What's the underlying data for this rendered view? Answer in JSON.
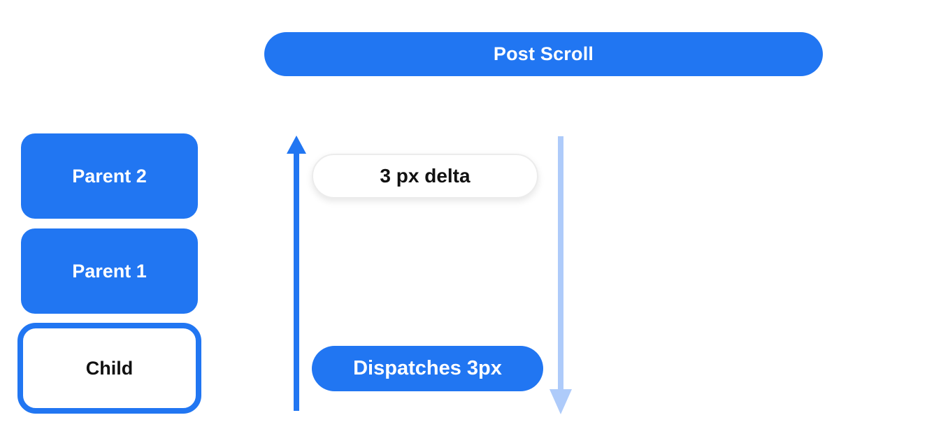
{
  "diagram": {
    "banner": {
      "label": "Post Scroll"
    },
    "boxes": [
      {
        "id": "parent-2",
        "label": "Parent 2",
        "style": "filled-blue"
      },
      {
        "id": "parent-1",
        "label": "Parent 1",
        "style": "filled-blue"
      },
      {
        "id": "child",
        "label": "Child",
        "style": "outlined-blue"
      }
    ],
    "pills": [
      {
        "id": "delta",
        "label": "3 px delta",
        "style": "white"
      },
      {
        "id": "dispatch",
        "label": "Dispatches 3px",
        "style": "blue"
      }
    ],
    "arrows": [
      {
        "id": "up-arrow",
        "direction": "up",
        "color": "#2176f2"
      },
      {
        "id": "down-arrow",
        "direction": "down",
        "color": "#aecbfa"
      }
    ],
    "colors": {
      "primary_blue": "#2176f2",
      "light_blue": "#aecbfa",
      "text_on_blue": "#ffffff",
      "text_dark": "#111111",
      "background": "#ffffff"
    }
  }
}
